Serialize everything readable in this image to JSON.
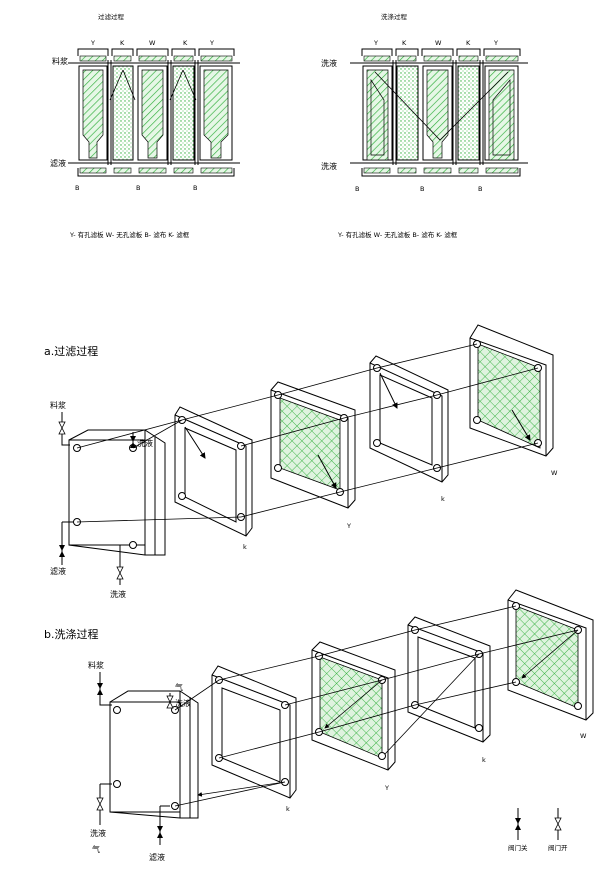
{
  "top_left": {
    "title": "过滤过程",
    "plate_labels": [
      "Y",
      "K",
      "W",
      "K",
      "Y"
    ],
    "inlet_label": "料浆",
    "outlet_label": "滤液",
    "bottom_labels": [
      "B",
      "B",
      "B"
    ],
    "legend": "Y- 有孔滤板    W- 无孔滤板    B- 滤布    K- 滤框"
  },
  "top_right": {
    "title": "洗涤过程",
    "plate_labels": [
      "Y",
      "K",
      "W",
      "K",
      "Y"
    ],
    "inlet_label": "洗液",
    "outlet_label": "洗液",
    "bottom_labels": [
      "B",
      "B",
      "B"
    ],
    "legend": "Y- 有孔滤板    W- 无孔滤板    B- 滤布    K- 滤框"
  },
  "section_a": {
    "title": "a.过滤过程",
    "in_label": "料浆",
    "wash_label": "洗液",
    "out_filtrate_label": "滤液",
    "out_wash_label": "洗液",
    "plate_tags": [
      "k",
      "Y",
      "k",
      "W"
    ]
  },
  "section_b": {
    "title": "b.洗涤过程",
    "in_label": "料浆",
    "gas_label_top": "气",
    "wash_label_top": "洗液",
    "wash_label_bottom": "洗液",
    "gas_label_bottom": "气",
    "out_label": "滤液",
    "plate_tags": [
      "k",
      "Y",
      "k",
      "W"
    ]
  },
  "valve_legend": {
    "closed": "阀门关",
    "open": "阀门开"
  },
  "colors": {
    "fill": "#2fae3a",
    "hatch_bg": "#e6f7e6"
  }
}
